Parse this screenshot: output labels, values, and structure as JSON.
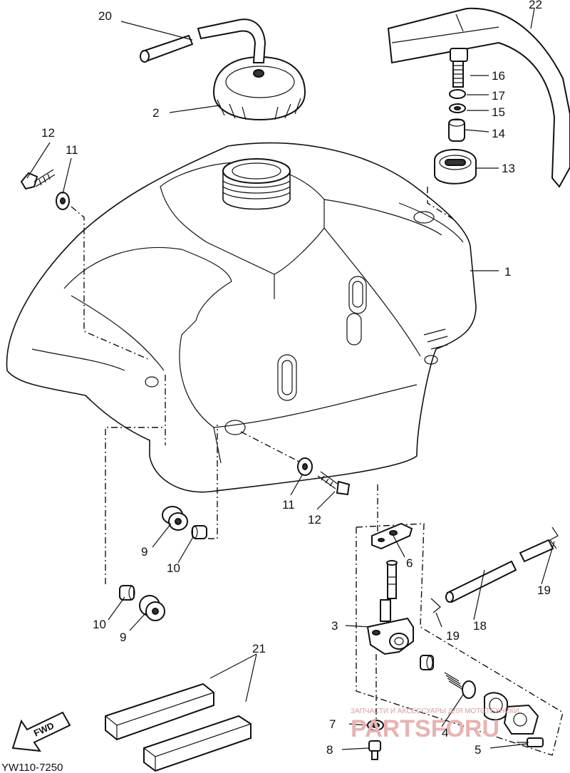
{
  "diagram_code": "YW110-7250",
  "fwd_label": "FWD",
  "watermark": {
    "tagline": "ЗАПЧАСТИ И АКСЕССУАРЫ ДЛЯ МОТОТЕХНИКИ",
    "logo": "PARTSFORU"
  },
  "callouts": {
    "c1": "1",
    "c2": "2",
    "c3": "3",
    "c4": "4",
    "c5": "5",
    "c6": "6",
    "c7": "7",
    "c8": "8",
    "c9a": "9",
    "c9b": "9",
    "c10a": "10",
    "c10b": "10",
    "c11a": "11",
    "c11b": "11",
    "c12a": "12",
    "c12b": "12",
    "c13": "13",
    "c14": "14",
    "c15": "15",
    "c16": "16",
    "c17": "17",
    "c18": "18",
    "c19a": "19",
    "c19b": "19",
    "c20": "20",
    "c21": "21",
    "c22": "22"
  }
}
